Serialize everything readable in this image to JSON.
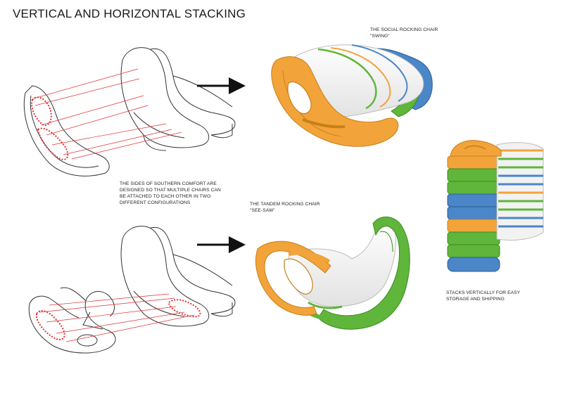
{
  "title": "VERTICAL AND HORIZONTAL STACKING",
  "labels": {
    "swing_name": "THE SOCIAL ROCKING CHAIR",
    "swing_nick": "\"SWING\"",
    "sides_line1": "THE SIDES OF SOUTHERN COMFORT ARE",
    "sides_line2": "DESIGNED SO THAT MULTIPLE CHAIRS CAN",
    "sides_line3": "BE ATTACHED TO EACH OTHER IN TWO",
    "sides_line4": "DIFFERENT CONFIGURATIONS",
    "seesaw_name": "THE TANDEM ROCKING CHAIR",
    "seesaw_nick": "\"SEE-SAW\"",
    "stack_line1": "STACKS VERTICALLY FOR EASY",
    "stack_line2": "STORAGE AND SHIPPING"
  },
  "colors": {
    "orange": "#f2a43a",
    "green": "#5fb63a",
    "blue": "#4a86c8",
    "seat_white": "#f4f4f4",
    "sketch_line": "#333333",
    "connector_red": "#e03030"
  }
}
